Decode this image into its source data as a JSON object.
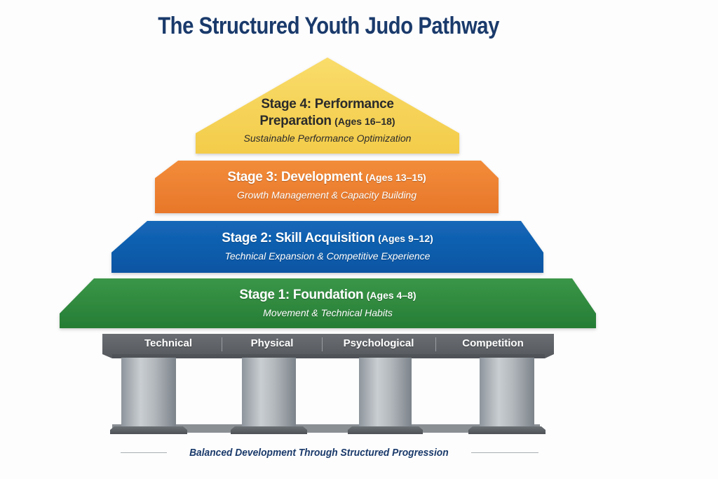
{
  "title": "The Structured Youth Judo Pathway",
  "stages": [
    {
      "title": "Stage 4: Performance",
      "title_line2": "Preparation",
      "ages": "(Ages 16–18)",
      "subtitle": "Sustainable Performance Optimization",
      "color": "#f7d45c"
    },
    {
      "title": "Stage 3: Development",
      "ages": "(Ages 13–15)",
      "subtitle": "Growth Management & Capacity Building",
      "color": "#ef8432"
    },
    {
      "title": "Stage 2: Skill Acquisition",
      "ages": "(Ages 9–12)",
      "subtitle": "Technical Expansion & Competitive Experience",
      "color": "#0f5fb0"
    },
    {
      "title": "Stage 1: Foundation",
      "ages": "(Ages 4–8)",
      "subtitle": "Movement & Technical Habits",
      "color": "#2e8b3e"
    }
  ],
  "pillars": [
    {
      "label": "Technical"
    },
    {
      "label": "Physical"
    },
    {
      "label": "Psychological"
    },
    {
      "label": "Competition"
    }
  ],
  "footer": "Balanced Development Through Structured Progression",
  "colors": {
    "title": "#1a3a6b",
    "beam": "#5d6166",
    "pillar": "#b4b9be",
    "base": "#5f6368"
  }
}
